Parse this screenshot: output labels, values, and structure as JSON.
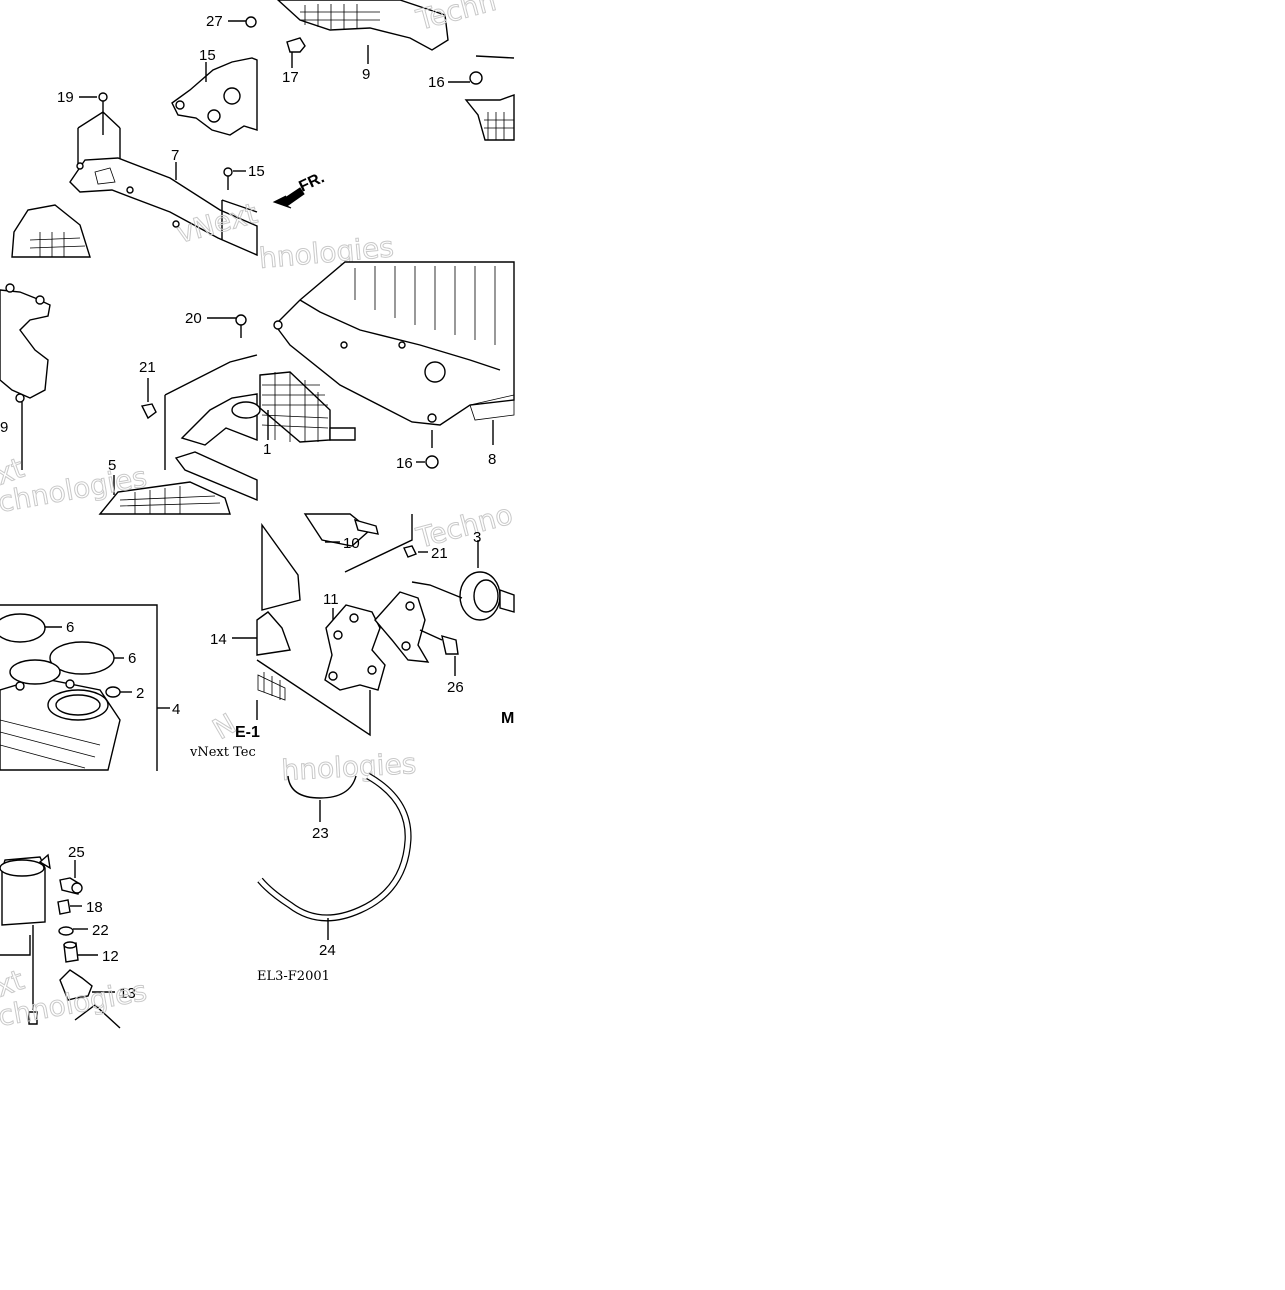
{
  "diagram": {
    "code": "EL3-F2001",
    "direction": "FR.",
    "section_ref": "E-1",
    "partial_letter": "M",
    "watermark_lines": [
      "vNext Technologies",
      "Technologies",
      "vNext",
      "chnologies",
      "Techn",
      "hnologies",
      "vNext Tec"
    ],
    "callouts": {
      "c27": "27",
      "c15": "15",
      "c19": "19",
      "c7": "7",
      "c15b": "15",
      "c17": "17",
      "c9": "9",
      "c16": "16",
      "c20": "20",
      "c21": "21",
      "c9b": "9",
      "c5": "5",
      "c1": "1",
      "c16b": "16",
      "c8": "8",
      "c6": "6",
      "c6b": "6",
      "c2": "2",
      "c4": "4",
      "c14": "14",
      "c10": "10",
      "c21b": "21",
      "c3": "3",
      "c11": "11",
      "c26": "26",
      "c23": "23",
      "c24": "24",
      "c25": "25",
      "c18": "18",
      "c22": "22",
      "c12": "12",
      "c13": "13"
    }
  }
}
